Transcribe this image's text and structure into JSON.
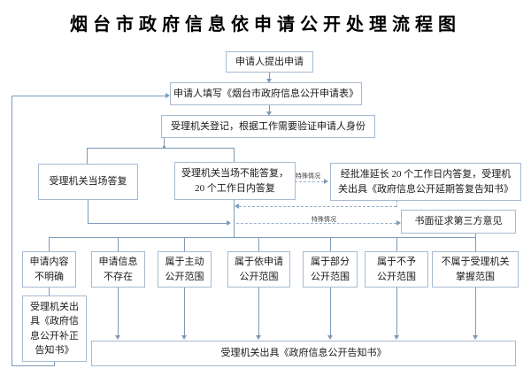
{
  "title": "烟台市政府信息依申请公开处理流程图",
  "flow": {
    "apply": "申请人提出申请",
    "fill_form": "申请人填写《烟台市政府信息公开申请表》",
    "register": "受理机关登记，根据工作需要验证申请人身份",
    "onsite_reply": "受理机关当场答复",
    "not_onsite_reply": "受理机关当场不能答复，\n20 个工作日内答复",
    "extended_reply": "经批准延长 20 个工作日内答复，受理机\n关出具《政府信息公开延期答复告知书》",
    "third_party": "书面征求第三方意见",
    "special_case_label_1": "特殊情况",
    "special_case_label_2": "特殊情况",
    "categories": [
      "申请内容\n不明确",
      "申请信息\n不存在",
      "属于主动\n公开范围",
      "属于依申请\n公开范围",
      "属于部分\n公开范围",
      "属于不予\n公开范围",
      "不属于受理机关\n掌握范围"
    ],
    "supplement_notice": "受理机关出\n具《政府信\n息公开补正\n告知书》",
    "final_notice": "受理机关出具《政府信息公开告知书》"
  }
}
